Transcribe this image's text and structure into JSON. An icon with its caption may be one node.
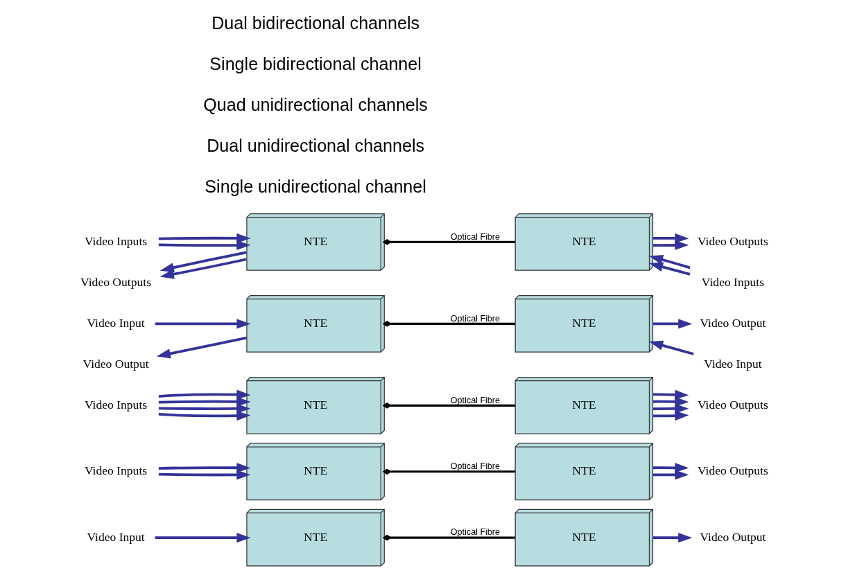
{
  "diagram": {
    "nodes": [
      {
        "text": [
          "Video Input"
        ]
      },
      {
        "text": [
          "NTE"
        ]
      },
      {
        "text": [
          "NTE"
        ]
      },
      {
        "text": [
          "Video Output"
        ]
      },
      {
        "text": [
          "Video Inputs"
        ]
      },
      {
        "text": [
          "NTE"
        ]
      },
      {
        "text": [
          "NTE"
        ]
      },
      {
        "text": [
          "Video Outputs"
        ]
      },
      {
        "text": [
          "Video Inputs"
        ]
      },
      {
        "text": [
          "NTE"
        ]
      },
      {
        "text": [
          "NTE"
        ]
      },
      {
        "text": [
          "Video Outputs"
        ]
      },
      {
        "text": [
          "Video Input"
        ]
      },
      {
        "text": [
          "Video Output"
        ]
      },
      {
        "text": [
          "NTE"
        ]
      },
      {
        "text": [
          "NTE"
        ]
      },
      {
        "text": [
          "Video Output"
        ]
      },
      {
        "text": [
          "Video Input"
        ]
      },
      {
        "text": [
          "Video Inputs"
        ]
      },
      {
        "text": [
          "Video Outputs"
        ]
      },
      {
        "text": [
          "NTE"
        ]
      },
      {
        "text": [
          "NTE"
        ]
      },
      {
        "text": [
          "Video Outputs"
        ]
      },
      {
        "text": [
          "Video Inputs"
        ]
      }
    ],
    "edges": [
      {
        "from": 0,
        "to": 1,
        "arrow": "to"
      },
      {
        "from": 1,
        "to": 2,
        "arrow": "other",
        "label": "Optical Fibre",
        "color": "#000000"
      },
      {
        "from": 2,
        "to": 3,
        "arrow": "to"
      },
      {
        "from": 4,
        "to": 5,
        "arrow": "to"
      },
      {
        "from": 4,
        "to": 5,
        "arrow": "to"
      },
      {
        "from": 5,
        "to": 6,
        "arrow": "other",
        "label": "Optical Fibre",
        "color": "#000000"
      },
      {
        "from": 6,
        "to": 7,
        "arrow": "to"
      },
      {
        "from": 6,
        "to": 7,
        "arrow": "to"
      },
      {
        "from": 8,
        "to": 9,
        "arrow": "to"
      },
      {
        "from": 8,
        "to": 9,
        "arrow": "to"
      },
      {
        "from": 8,
        "to": 9,
        "arrow": "to"
      },
      {
        "from": 8,
        "to": 9,
        "arrow": "to"
      },
      {
        "from": 9,
        "to": 10,
        "arrow": "other",
        "label": "Optical Fibre",
        "color": "#000000"
      },
      {
        "from": 10,
        "to": 11,
        "arrow": "to"
      },
      {
        "from": 10,
        "to": 11,
        "arrow": "to"
      },
      {
        "from": 10,
        "to": 11,
        "arrow": "to"
      },
      {
        "from": 10,
        "to": 11,
        "arrow": "to"
      },
      {
        "from": 12,
        "to": 14,
        "arrow": "to"
      },
      {
        "from": 14,
        "to": 13,
        "arrow": "to"
      },
      {
        "from": 14,
        "to": 15,
        "arrow": "other",
        "label": "Optical Fibre",
        "color": "#000000"
      },
      {
        "from": 15,
        "to": 16,
        "arrow": "to"
      },
      {
        "from": 17,
        "to": 15,
        "arrow": "to"
      },
      {
        "from": 18,
        "to": 20,
        "arrow": "to"
      },
      {
        "from": 18,
        "to": 20,
        "arrow": "to"
      },
      {
        "from": 20,
        "to": 19,
        "arrow": "to"
      },
      {
        "from": 20,
        "to": 19,
        "arrow": "to"
      },
      {
        "from": 20,
        "to": 21,
        "arrow": "other",
        "label": "Optical Fibre",
        "color": "#000000"
      },
      {
        "from": 21,
        "to": 22,
        "arrow": "to"
      },
      {
        "from": 21,
        "to": 22,
        "arrow": "to"
      },
      {
        "from": 23,
        "to": 21,
        "arrow": "to"
      },
      {
        "from": 23,
        "to": 21,
        "arrow": "to"
      }
    ],
    "labels": [
      "Single unidirectional channel",
      "Dual unidirectional channels",
      "Quad unidirectional channels",
      "Single bidirectional channel",
      "Dual bidirectional channels"
    ]
  }
}
